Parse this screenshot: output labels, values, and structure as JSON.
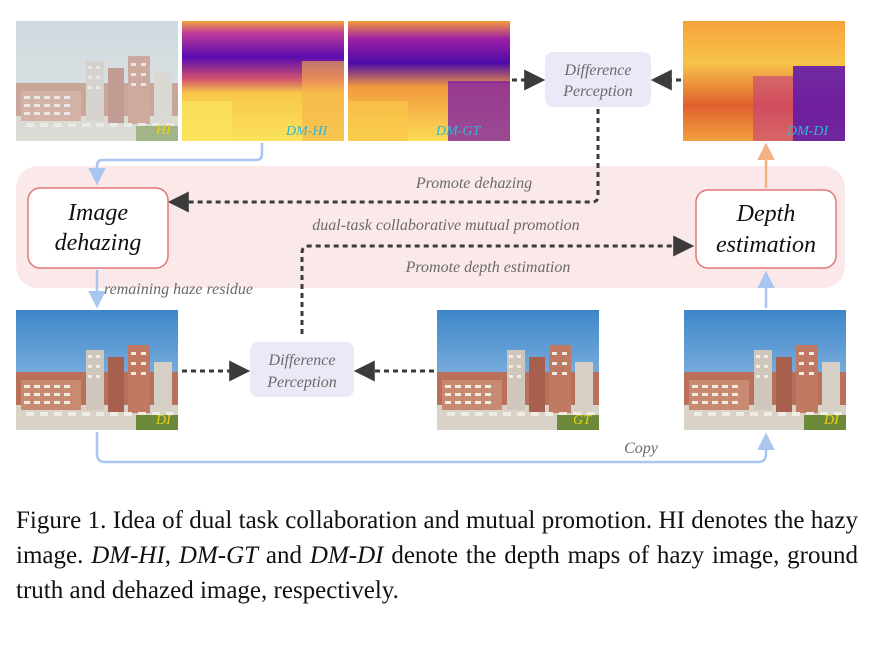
{
  "images": {
    "hi_tag": "HI",
    "dm_hi_tag": "DM-HI",
    "dm_gt_tag": "DM-GT",
    "dm_di_tag": "DM-DI",
    "di_tag": "DI",
    "gt_tag": "GT",
    "di2_tag": "DI"
  },
  "boxes": {
    "image_dehazing_line1": "Image",
    "image_dehazing_line2": "dehazing",
    "depth_estimation_line1": "Depth",
    "depth_estimation_line2": "estimation",
    "difference_top_line1": "Difference",
    "difference_top_line2": "Perception",
    "difference_mid_line1": "Difference",
    "difference_mid_line2": "Perception"
  },
  "labels": {
    "promote_dehazing": "Promote dehazing",
    "dual_task": "dual-task collaborative mutual promotion",
    "promote_depth": "Promote depth estimation",
    "remaining_haze": "remaining haze residue",
    "copy": "Copy"
  },
  "caption": {
    "part1": "Figure 1.  Idea of dual task collaboration and mutual promotion. HI denotes the hazy image. ",
    "dm_hi": "DM-HI",
    "comma": ", ",
    "dm_gt": "DM-GT",
    "and": " and ",
    "dm_di": "DM-DI",
    "part2": " denote the depth maps of hazy image, ground truth and dehazed image, respectively."
  },
  "colors": {
    "panel": "#fbe9ea",
    "box_border": "#e07777",
    "diff_box": "#e9e9f8",
    "arrow_dark": "#3b3b3b",
    "arrow_blue": "#a9c6ef",
    "arrow_orange": "#f4b183",
    "label_gray": "#6a6a6a",
    "tag_yellow": "#e8d21a",
    "tag_cyan": "#2fb6d6"
  }
}
